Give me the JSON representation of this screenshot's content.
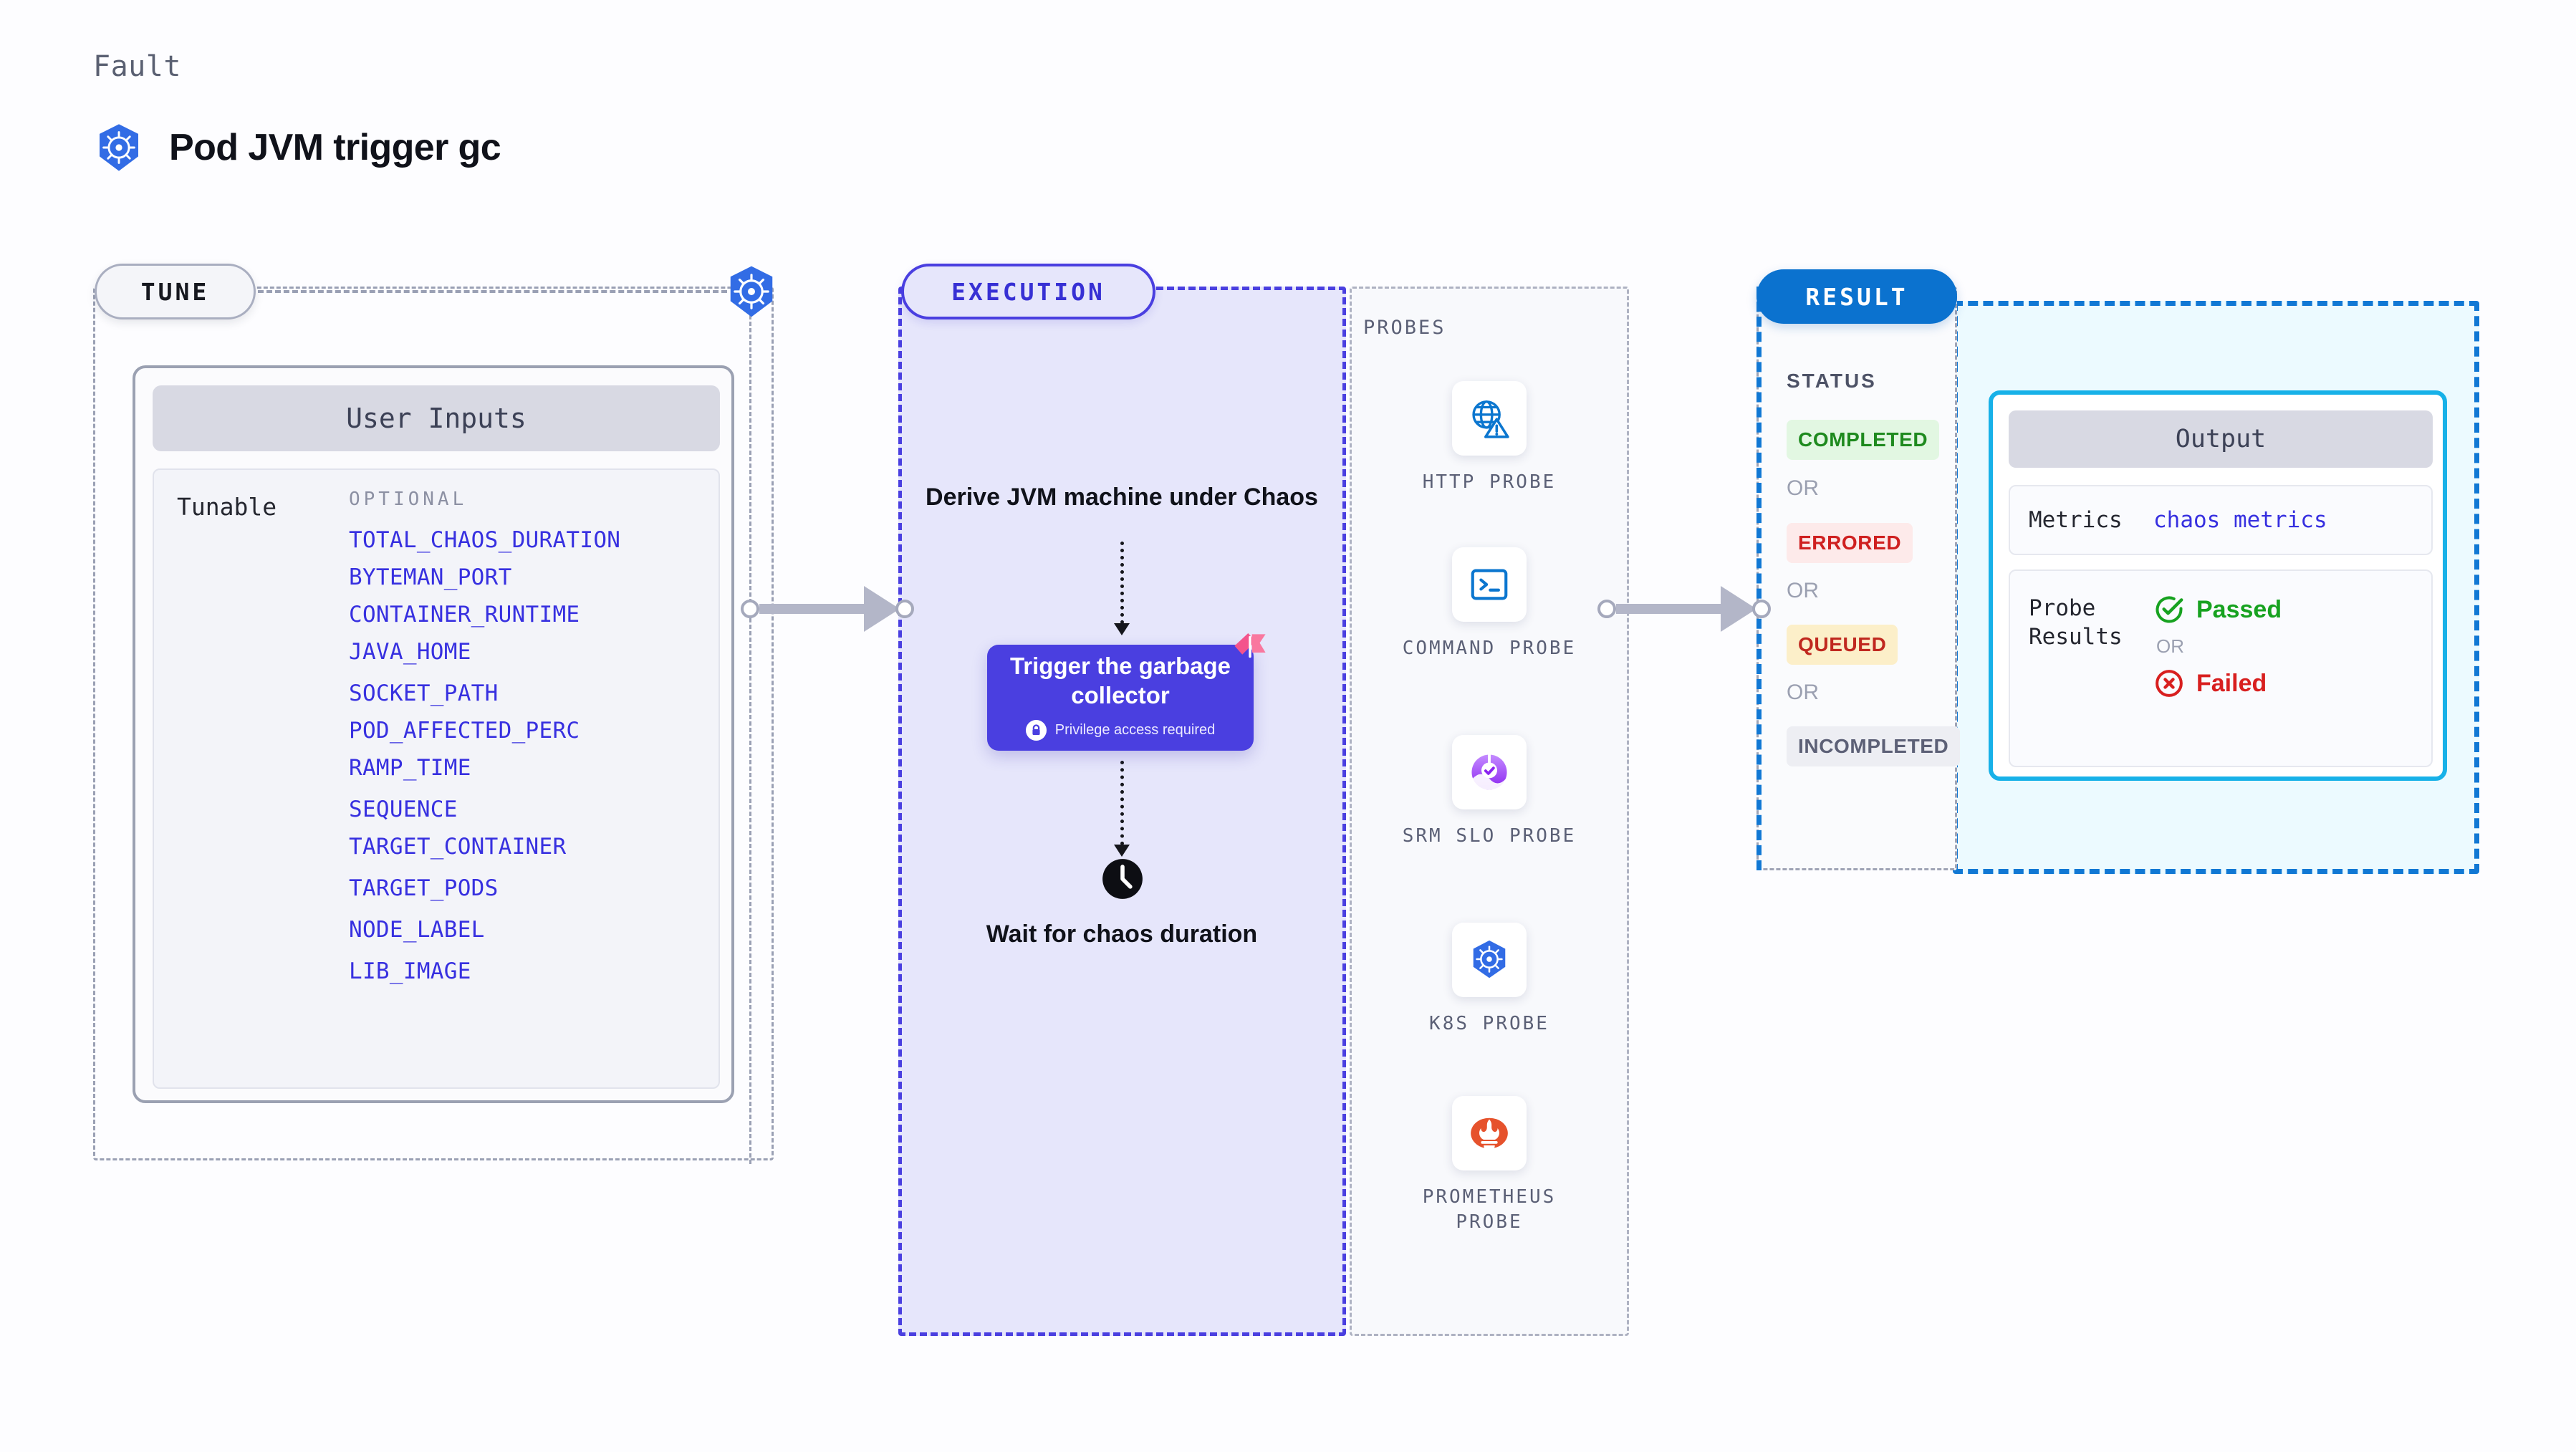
{
  "header": {
    "kicker": "Fault",
    "title": "Pod JVM trigger gc",
    "icon": "kubernetes-icon"
  },
  "tune": {
    "pill_label": "TUNE",
    "card_title": "User Inputs",
    "tunable_label": "Tunable",
    "optional_label": "OPTIONAL",
    "optional_items": [
      "TOTAL_CHAOS_DURATION",
      "BYTEMAN_PORT",
      "CONTAINER_RUNTIME",
      "JAVA_HOME",
      "SOCKET_PATH",
      "POD_AFFECTED_PERC",
      "RAMP_TIME",
      "SEQUENCE",
      "TARGET_CONTAINER",
      "TARGET_PODS",
      "NODE_LABEL",
      "LIB_IMAGE"
    ]
  },
  "execution": {
    "pill_label": "EXECUTION",
    "step1": "Derive JVM machine under Chaos",
    "action_card": {
      "title": "Trigger the garbage collector",
      "note": "Privilege access required",
      "icon": "lock-icon"
    },
    "step2": "Wait for chaos duration",
    "clock_icon": "clock-icon"
  },
  "probes": {
    "label": "PROBES",
    "items": [
      {
        "name": "HTTP PROBE",
        "icon": "globe-alert-icon"
      },
      {
        "name": "COMMAND PROBE",
        "icon": "terminal-icon"
      },
      {
        "name": "SRM SLO PROBE",
        "icon": "srm-slo-icon"
      },
      {
        "name": "K8S PROBE",
        "icon": "kubernetes-icon"
      },
      {
        "name": "PROMETHEUS PROBE",
        "icon": "prometheus-icon"
      }
    ]
  },
  "result": {
    "pill_label": "RESULT",
    "status_label": "STATUS",
    "or_label": "OR",
    "statuses": [
      {
        "label": "COMPLETED",
        "bg": "#e2f7e2",
        "fg": "#1e8a1e"
      },
      {
        "label": "ERRORED",
        "bg": "#fdeaea",
        "fg": "#cf2020"
      },
      {
        "label": "QUEUED",
        "bg": "#fcefc9",
        "fg": "#c0281f"
      },
      {
        "label": "INCOMPLETED",
        "bg": "#edeef3",
        "fg": "#5c6076"
      }
    ]
  },
  "output": {
    "title": "Output",
    "metrics_key": "Metrics",
    "metrics_value": "chaos metrics",
    "probe_results_key": "Probe Results",
    "passed_label": "Passed",
    "or_label": "OR",
    "failed_label": "Failed",
    "passed_icon": "check-circle-icon",
    "failed_icon": "x-circle-icon"
  },
  "colors": {
    "accent_purple": "#4a3fe0",
    "accent_blue": "#0b72cf",
    "accent_cyan": "#17b1e8",
    "k8s_blue": "#326ce5",
    "link_blue": "#3730e0"
  }
}
